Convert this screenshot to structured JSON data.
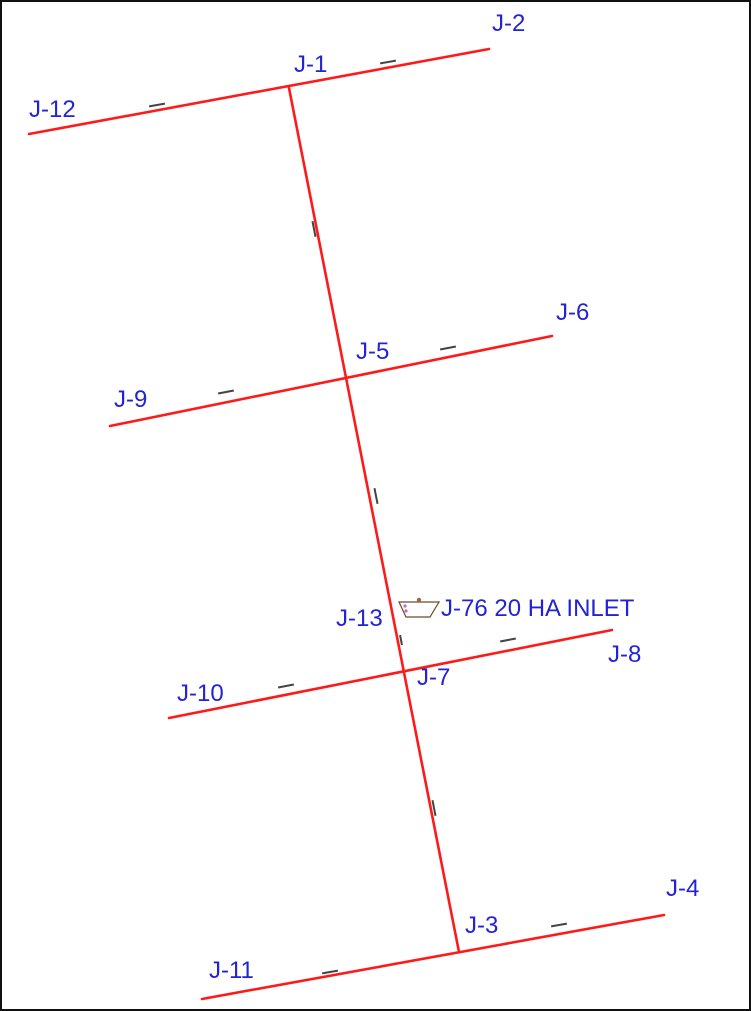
{
  "junctions": {
    "j1": "J-1",
    "j2": "J-2",
    "j3": "J-3",
    "j4": "J-4",
    "j5": "J-5",
    "j6": "J-6",
    "j7": "J-7",
    "j8": "J-8",
    "j9": "J-9",
    "j10": "J-10",
    "j11": "J-11",
    "j12": "J-12",
    "j13": "J-13",
    "inlet": "J-76 20 HA INLET"
  },
  "colors": {
    "pipe": "#ff1a1a",
    "label": "#2323d6",
    "border": "#111111"
  },
  "icons": {
    "inlet": "inlet-trapezoid-icon"
  }
}
